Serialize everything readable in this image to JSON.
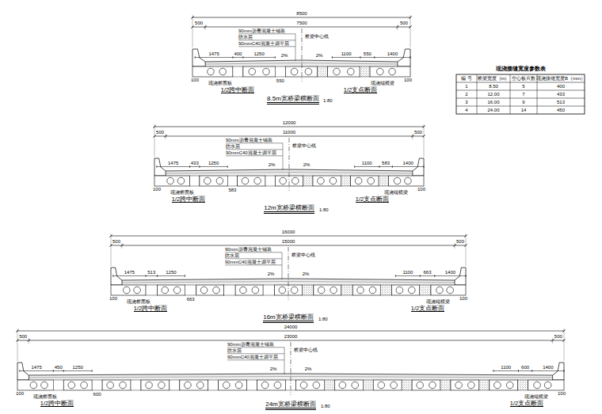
{
  "diagram": {
    "labels": [
      "8500",
      "500",
      "7500",
      "500",
      "90mm沥青混凝土铺装",
      "防水层",
      "90mmC40混凝土调平层",
      "桥梁中心线",
      "1475",
      "400",
      "1250",
      "2%",
      "2%",
      "1100",
      "550",
      "1400",
      "550",
      "100",
      "100",
      "现浇桥面板",
      "现浇端横梁",
      "1/2跨中断面",
      "1/2支点断面",
      "8.5m宽桥梁横断面",
      "1:80",
      "12000",
      "500",
      "11000",
      "500",
      "90mm沥青混凝土铺装",
      "防水层",
      "90mmC40混凝土调平层",
      "桥梁中心线",
      "1475",
      "433",
      "1250",
      "2%",
      "2%",
      "1100",
      "583",
      "1400",
      "583",
      "100",
      "100",
      "现浇桥面板",
      "现浇端横梁",
      "1/2跨中断面",
      "1/2支点断面",
      "12m宽桥梁横断面",
      "1:80",
      "16000",
      "500",
      "15000",
      "500",
      "90mm沥青混凝土铺装",
      "防水层",
      "90mmC40混凝土调平层",
      "桥梁中心线",
      "1475",
      "513",
      "1250",
      "2%",
      "2%",
      "1100",
      "663",
      "1400",
      "663",
      "100",
      "100",
      "现浇桥面板",
      "现浇端横梁",
      "1/2跨中断面",
      "1/2支点断面",
      "16m宽桥梁横断面",
      "1:80",
      "24000",
      "500",
      "23000",
      "500",
      "90mm沥青混凝土铺装",
      "防水层",
      "90mmC40混凝土调平层",
      "桥梁中心线",
      "1475",
      "450",
      "1250",
      "2%",
      "2%",
      "1100",
      "600",
      "1400",
      "600",
      "100",
      "100",
      "现浇桥面板",
      "现浇端横梁",
      "1/2跨中断面",
      "1/2支点断面",
      "24m宽桥梁横断面",
      "1:80",
      "现浇接缝宽度参数表",
      "编 号",
      "桥梁宽度（m）",
      "空心板片数",
      "现浇接缝宽度B（mm）",
      "1",
      "8.50",
      "5",
      "400",
      "2",
      "12.00",
      "7",
      "433",
      "3",
      "16.00",
      "9",
      "513",
      "4",
      "24.00",
      "14",
      "450"
    ]
  }
}
